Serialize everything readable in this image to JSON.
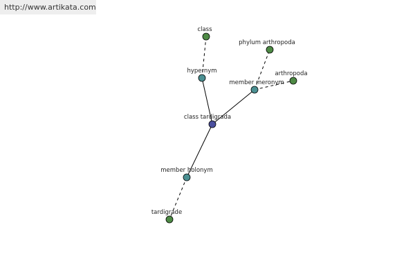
{
  "watermark": {
    "text": "http://www.artikata.com"
  },
  "colors": {
    "center": "#4b4f9e",
    "relation": "#4b9092",
    "word": "#4e8a45"
  },
  "nodes": [
    {
      "id": "class-tardigrada",
      "label": "class tardigrada",
      "kind": "center"
    },
    {
      "id": "hypernym",
      "label": "hypernym",
      "kind": "relation"
    },
    {
      "id": "class",
      "label": "class",
      "kind": "word"
    },
    {
      "id": "member-meronym",
      "label": "member meronym",
      "kind": "relation"
    },
    {
      "id": "phylum-arthropoda",
      "label": "phylum arthropoda",
      "kind": "word"
    },
    {
      "id": "arthropoda",
      "label": "arthropoda",
      "kind": "word"
    },
    {
      "id": "member-holonym",
      "label": "member holonym",
      "kind": "relation"
    },
    {
      "id": "tardigrade",
      "label": "tardigrade",
      "kind": "word"
    }
  ],
  "edges": [
    {
      "from": "class-tardigrada",
      "to": "hypernym",
      "style": "solid"
    },
    {
      "from": "hypernym",
      "to": "class",
      "style": "dashed"
    },
    {
      "from": "class-tardigrada",
      "to": "member-meronym",
      "style": "solid"
    },
    {
      "from": "member-meronym",
      "to": "phylum-arthropoda",
      "style": "dashed"
    },
    {
      "from": "member-meronym",
      "to": "arthropoda",
      "style": "dashed"
    },
    {
      "from": "class-tardigrada",
      "to": "member-holonym",
      "style": "solid"
    },
    {
      "from": "member-holonym",
      "to": "tardigrade",
      "style": "dashed"
    }
  ]
}
